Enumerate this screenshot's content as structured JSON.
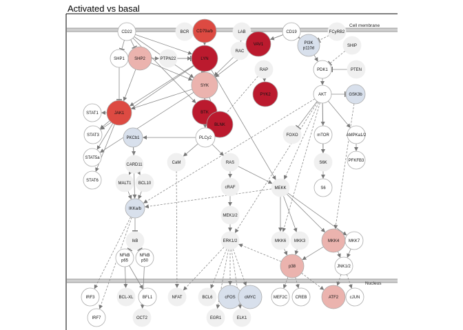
{
  "title": "Activated vs basal",
  "bands": {
    "membrane": "Cell membrane",
    "nucleus": "Nucleus"
  },
  "colors": {
    "strong": "#bb1a2e",
    "medium": "#dd4a42",
    "light": "#ebb3ae",
    "blue": "#d8e0ec",
    "neutral": "#f0f0f0",
    "white": "#ffffff"
  },
  "nodes": [
    {
      "id": "CD22",
      "label": "CD22",
      "fill": "white"
    },
    {
      "id": "BCR",
      "label": "BCR",
      "fill": "neutral"
    },
    {
      "id": "CD79ab",
      "label": "CD79a/b",
      "fill": "medium"
    },
    {
      "id": "LAB",
      "label": "LAB",
      "fill": "neutral"
    },
    {
      "id": "CD19",
      "label": "CD19",
      "fill": "white"
    },
    {
      "id": "FCYRB2",
      "label": "FCyRB2",
      "fill": "neutral"
    },
    {
      "id": "SHP1",
      "label": "SHP1",
      "fill": "white"
    },
    {
      "id": "SHP2",
      "label": "SHP2",
      "fill": "light"
    },
    {
      "id": "PTPN22",
      "label": "PTPN22",
      "fill": "neutral"
    },
    {
      "id": "LYN",
      "label": "LYN",
      "fill": "strong"
    },
    {
      "id": "RAC",
      "label": "RAC",
      "fill": "neutral"
    },
    {
      "id": "VAV1",
      "label": "VAV1",
      "fill": "strong"
    },
    {
      "id": "PI3K",
      "label": "PI3K",
      "label2": "p110d",
      "fill": "blue"
    },
    {
      "id": "SHIP",
      "label": "SHIP",
      "fill": "neutral"
    },
    {
      "id": "RAP",
      "label": "RAP",
      "fill": "neutral"
    },
    {
      "id": "PDK1",
      "label": "PDK1",
      "fill": "white"
    },
    {
      "id": "PTEN",
      "label": "PTEN",
      "fill": "neutral"
    },
    {
      "id": "SYK",
      "label": "SYK",
      "fill": "light"
    },
    {
      "id": "PYK2",
      "label": "PYK2",
      "fill": "strong"
    },
    {
      "id": "AKT",
      "label": "AKT",
      "fill": "white"
    },
    {
      "id": "GSK3B",
      "label": "GSK3b",
      "fill": "blue"
    },
    {
      "id": "STAT1",
      "label": "STAT1",
      "fill": "white"
    },
    {
      "id": "JAK1",
      "label": "JAK1",
      "fill": "medium"
    },
    {
      "id": "BTK",
      "label": "BTK",
      "fill": "strong"
    },
    {
      "id": "BLNK",
      "label": "BLNK",
      "fill": "strong"
    },
    {
      "id": "STAT3",
      "label": "STAT3",
      "fill": "white"
    },
    {
      "id": "PKCB1",
      "label": "PKCb1",
      "fill": "blue"
    },
    {
      "id": "PLCY2",
      "label": "PLCy2",
      "fill": "white"
    },
    {
      "id": "FOXO",
      "label": "FOXO",
      "fill": "neutral"
    },
    {
      "id": "MTOR",
      "label": "mTOR",
      "fill": "white"
    },
    {
      "id": "AMPK",
      "label": "AMPKa1/2",
      "fill": "white"
    },
    {
      "id": "STAT5A",
      "label": "STAT5a",
      "fill": "white"
    },
    {
      "id": "CARD11",
      "label": "CARD11",
      "fill": "neutral"
    },
    {
      "id": "CAM",
      "label": "CaM",
      "fill": "neutral"
    },
    {
      "id": "RAS",
      "label": "RAS",
      "fill": "neutral"
    },
    {
      "id": "S6K",
      "label": "S6K",
      "fill": "neutral"
    },
    {
      "id": "PFKFB3",
      "label": "PFKFB3",
      "fill": "white"
    },
    {
      "id": "STAT6",
      "label": "STAT6",
      "fill": "white"
    },
    {
      "id": "MALT1",
      "label": "MALT1",
      "fill": "neutral"
    },
    {
      "id": "BCL10",
      "label": "BCL10",
      "fill": "neutral"
    },
    {
      "id": "CRAF",
      "label": "cRAF",
      "fill": "neutral"
    },
    {
      "id": "MEKK",
      "label": "MEKK",
      "fill": "neutral"
    },
    {
      "id": "S6",
      "label": "S6",
      "fill": "white"
    },
    {
      "id": "IKKAB",
      "label": "IKKa/b",
      "fill": "blue"
    },
    {
      "id": "MEK12",
      "label": "MEK1/2",
      "fill": "neutral"
    },
    {
      "id": "ERK12",
      "label": "ERK1/2",
      "fill": "neutral"
    },
    {
      "id": "MKK6",
      "label": "MKK6",
      "fill": "neutral"
    },
    {
      "id": "MKK3",
      "label": "MKK3",
      "fill": "neutral"
    },
    {
      "id": "MKK4",
      "label": "MKK4",
      "fill": "light"
    },
    {
      "id": "MKK7",
      "label": "MKK7",
      "fill": "white"
    },
    {
      "id": "IKB",
      "label": "IkB",
      "fill": "neutral"
    },
    {
      "id": "NFKBP65",
      "label": "NFkB",
      "label2": "p65",
      "fill": "white"
    },
    {
      "id": "NFKBP50",
      "label": "NFkB",
      "label2": "p50",
      "fill": "white"
    },
    {
      "id": "P38",
      "label": "p38",
      "fill": "light"
    },
    {
      "id": "JNK12",
      "label": "JNK1/2",
      "fill": "white"
    },
    {
      "id": "IRF3",
      "label": "IRF3",
      "fill": "white"
    },
    {
      "id": "BCLXL",
      "label": "BCL-XL",
      "fill": "neutral"
    },
    {
      "id": "BFL1",
      "label": "BFL1",
      "fill": "white"
    },
    {
      "id": "NFAT",
      "label": "NFAT",
      "fill": "neutral"
    },
    {
      "id": "BCL6",
      "label": "BCL6",
      "fill": "neutral"
    },
    {
      "id": "CFOS",
      "label": "cFOS",
      "fill": "blue"
    },
    {
      "id": "CMYC",
      "label": "cMYC",
      "fill": "blue"
    },
    {
      "id": "MEF2C",
      "label": "MEF2C",
      "fill": "white"
    },
    {
      "id": "CREB",
      "label": "CREB",
      "fill": "white"
    },
    {
      "id": "ATF2",
      "label": "ATF2",
      "fill": "light"
    },
    {
      "id": "CJUN",
      "label": "cJUN",
      "fill": "white"
    },
    {
      "id": "IRF7",
      "label": "IRF7",
      "fill": "white"
    },
    {
      "id": "OCT2",
      "label": "OCT2",
      "fill": "neutral"
    },
    {
      "id": "EGR1",
      "label": "EGR1",
      "fill": "neutral"
    },
    {
      "id": "ELK1",
      "label": "ELK1",
      "fill": "neutral"
    }
  ],
  "edges": [
    [
      "CD22",
      "SHP1",
      "inhibit",
      "solid"
    ],
    [
      "CD22",
      "SHP2",
      "inhibit",
      "solid"
    ],
    [
      "CD22",
      "LYN",
      "act",
      "solid"
    ],
    [
      "CD22",
      "SYK",
      "act",
      "solid"
    ],
    [
      "CD22",
      "BTK",
      "act",
      "solid"
    ],
    [
      "SHP1",
      "PTPN22",
      "act",
      "solid"
    ],
    [
      "SHP1",
      "JAK1",
      "inhibit",
      "solid"
    ],
    [
      "SHP2",
      "JAK1",
      "act",
      "solid"
    ],
    [
      "SHP2",
      "LYN",
      "act",
      "solid"
    ],
    [
      "SHP2",
      "SYK",
      "act",
      "solid"
    ],
    [
      "PTPN22",
      "LYN",
      "inhibit",
      "solid"
    ],
    [
      "BCR",
      "CD79ab",
      "act",
      "solid"
    ],
    [
      "CD79ab",
      "LYN",
      "act",
      "solid"
    ],
    [
      "LAB",
      "RAC",
      "act",
      "solid"
    ],
    [
      "LAB",
      "VAV1",
      "act",
      "solid"
    ],
    [
      "CD19",
      "VAV1",
      "act",
      "solid"
    ],
    [
      "CD19",
      "PI3K",
      "act",
      "solid"
    ],
    [
      "CD19",
      "RAC",
      "act",
      "solid"
    ],
    [
      "VAV1",
      "RAC",
      "act",
      "solid"
    ],
    [
      "VAV1",
      "SYK",
      "act",
      "solid"
    ],
    [
      "RAC",
      "SYK",
      "act",
      "solid"
    ],
    [
      "LYN",
      "SYK",
      "act",
      "solid"
    ],
    [
      "LYN",
      "JAK1",
      "act",
      "solid"
    ],
    [
      "LYN",
      "PLCY2",
      "act",
      "solid"
    ],
    [
      "LYN",
      "STAT3",
      "act",
      "solid"
    ],
    [
      "SYK",
      "BTK",
      "act",
      "solid"
    ],
    [
      "SYK",
      "BLNK",
      "act",
      "solid"
    ],
    [
      "SYK",
      "PLCY2",
      "act",
      "solid"
    ],
    [
      "SYK",
      "JAK1",
      "act",
      "solid"
    ],
    [
      "SYK",
      "STAT5A",
      "act",
      "solid"
    ],
    [
      "RAP",
      "PYK2",
      "act",
      "solid"
    ],
    [
      "RAP",
      "PLCY2",
      "act",
      "dashed"
    ],
    [
      "FCYRB2",
      "PI3K",
      "inhibit",
      "dashed"
    ],
    [
      "SHIP",
      "PDK1",
      "inhibit",
      "dashed"
    ],
    [
      "PI3K",
      "PDK1",
      "act",
      "solid"
    ],
    [
      "PTEN",
      "PDK1",
      "inhibit",
      "solid"
    ],
    [
      "PDK1",
      "AKT",
      "act",
      "solid"
    ],
    [
      "AKT",
      "GSK3B",
      "inhibit",
      "solid"
    ],
    [
      "AKT",
      "FOXO",
      "inhibit",
      "solid"
    ],
    [
      "AKT",
      "MTOR",
      "act",
      "solid"
    ],
    [
      "AKT",
      "AMPK",
      "act",
      "solid"
    ],
    [
      "AKT",
      "S6K",
      "act",
      "solid"
    ],
    [
      "AKT",
      "MEKK",
      "act",
      "dashed"
    ],
    [
      "AKT",
      "MKK6",
      "act",
      "dashed"
    ],
    [
      "AKT",
      "ERK12",
      "act",
      "dashed"
    ],
    [
      "MTOR",
      "S6K",
      "act",
      "solid"
    ],
    [
      "S6K",
      "S6",
      "act",
      "solid"
    ],
    [
      "AMPK",
      "PFKFB3",
      "act",
      "solid"
    ],
    [
      "JAK1",
      "STAT1",
      "act",
      "solid"
    ],
    [
      "JAK1",
      "STAT3",
      "act",
      "solid"
    ],
    [
      "JAK1",
      "STAT5A",
      "act",
      "solid"
    ],
    [
      "JAK1",
      "STAT6",
      "act",
      "solid"
    ],
    [
      "BTK",
      "PLCY2",
      "act",
      "solid"
    ],
    [
      "BLNK",
      "PLCY2",
      "act",
      "solid"
    ],
    [
      "PLCY2",
      "PKCB1",
      "act",
      "solid"
    ],
    [
      "PLCY2",
      "CAM",
      "act",
      "solid"
    ],
    [
      "PLCY2",
      "RAS",
      "act",
      "solid"
    ],
    [
      "PKCB1",
      "CARD11",
      "act",
      "solid"
    ],
    [
      "CARD11",
      "MALT1",
      "act",
      "solid"
    ],
    [
      "CARD11",
      "BCL10",
      "act",
      "solid"
    ],
    [
      "BCL10",
      "IKKAB",
      "act",
      "solid"
    ],
    [
      "MALT1",
      "IKKAB",
      "act",
      "solid"
    ],
    [
      "PKCB1",
      "IKKAB",
      "act",
      "solid"
    ],
    [
      "RAS",
      "CRAF",
      "act",
      "solid"
    ],
    [
      "RAS",
      "MEKK",
      "act",
      "solid"
    ],
    [
      "CRAF",
      "MEK12",
      "act",
      "solid"
    ],
    [
      "MEK12",
      "ERK12",
      "act",
      "solid"
    ],
    [
      "MEKK",
      "MKK6",
      "act",
      "solid"
    ],
    [
      "MEKK",
      "MKK3",
      "act",
      "solid"
    ],
    [
      "MEKK",
      "MKK4",
      "act",
      "solid"
    ],
    [
      "MEKK",
      "MKK7",
      "act",
      "solid"
    ],
    [
      "MEKK",
      "IKKAB",
      "act",
      "dashed"
    ],
    [
      "MKK6",
      "P38",
      "act",
      "solid"
    ],
    [
      "MKK3",
      "P38",
      "act",
      "solid"
    ],
    [
      "MKK4",
      "JNK12",
      "act",
      "solid"
    ],
    [
      "MKK7",
      "JNK12",
      "act",
      "solid"
    ],
    [
      "MKK4",
      "P38",
      "act",
      "solid"
    ],
    [
      "IKKAB",
      "IKB",
      "inhibit",
      "solid"
    ],
    [
      "IKB",
      "NFKBP65",
      "inhibit",
      "solid"
    ],
    [
      "IKB",
      "NFKBP50",
      "inhibit",
      "solid"
    ],
    [
      "NFKBP65",
      "BCLXL",
      "act",
      "solid"
    ],
    [
      "NFKBP65",
      "BFL1",
      "act",
      "solid"
    ],
    [
      "NFKBP50",
      "OCT2",
      "act",
      "solid"
    ],
    [
      "IKKAB",
      "IRF3",
      "act",
      "dashed"
    ],
    [
      "IKKAB",
      "IRF7",
      "act",
      "dashed"
    ],
    [
      "CAM",
      "NFAT",
      "act",
      "dashed"
    ],
    [
      "ERK12",
      "BCL6",
      "act",
      "dashed"
    ],
    [
      "ERK12",
      "CFOS",
      "act",
      "dashed"
    ],
    [
      "ERK12",
      "CMYC",
      "act",
      "dashed"
    ],
    [
      "ERK12",
      "EGR1",
      "act",
      "dashed"
    ],
    [
      "ERK12",
      "ELK1",
      "act",
      "dashed"
    ],
    [
      "ERK12",
      "NFAT",
      "act",
      "dashed"
    ],
    [
      "P38",
      "MEF2C",
      "act",
      "dashed"
    ],
    [
      "P38",
      "CREB",
      "act",
      "dashed"
    ],
    [
      "P38",
      "ATF2",
      "act",
      "dashed"
    ],
    [
      "JNK12",
      "ATF2",
      "act",
      "dashed"
    ],
    [
      "JNK12",
      "CJUN",
      "act",
      "dashed"
    ],
    [
      "P38",
      "ERK12",
      "act",
      "dashed"
    ],
    [
      "GSK3B",
      "MKK4",
      "act",
      "dashed"
    ],
    [
      "LYN",
      "MEKK",
      "act",
      "solid"
    ],
    [
      "AKT",
      "IKKAB",
      "act",
      "dashed"
    ]
  ]
}
